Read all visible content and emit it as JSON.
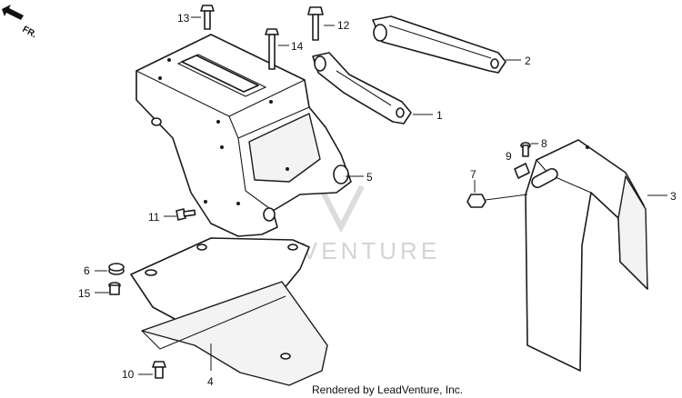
{
  "direction_label": "FR.",
  "watermark": "LEADVENTURE",
  "footer": "Rendered by LeadVenture, Inc.",
  "callouts": {
    "c1": "1",
    "c2": "2",
    "c3": "3",
    "c4": "4",
    "c5": "5",
    "c6": "6",
    "c7": "7",
    "c8": "8",
    "c9": "9",
    "c10": "10",
    "c11": "11",
    "c12": "12",
    "c13": "13",
    "c14": "14",
    "c15": "15"
  }
}
